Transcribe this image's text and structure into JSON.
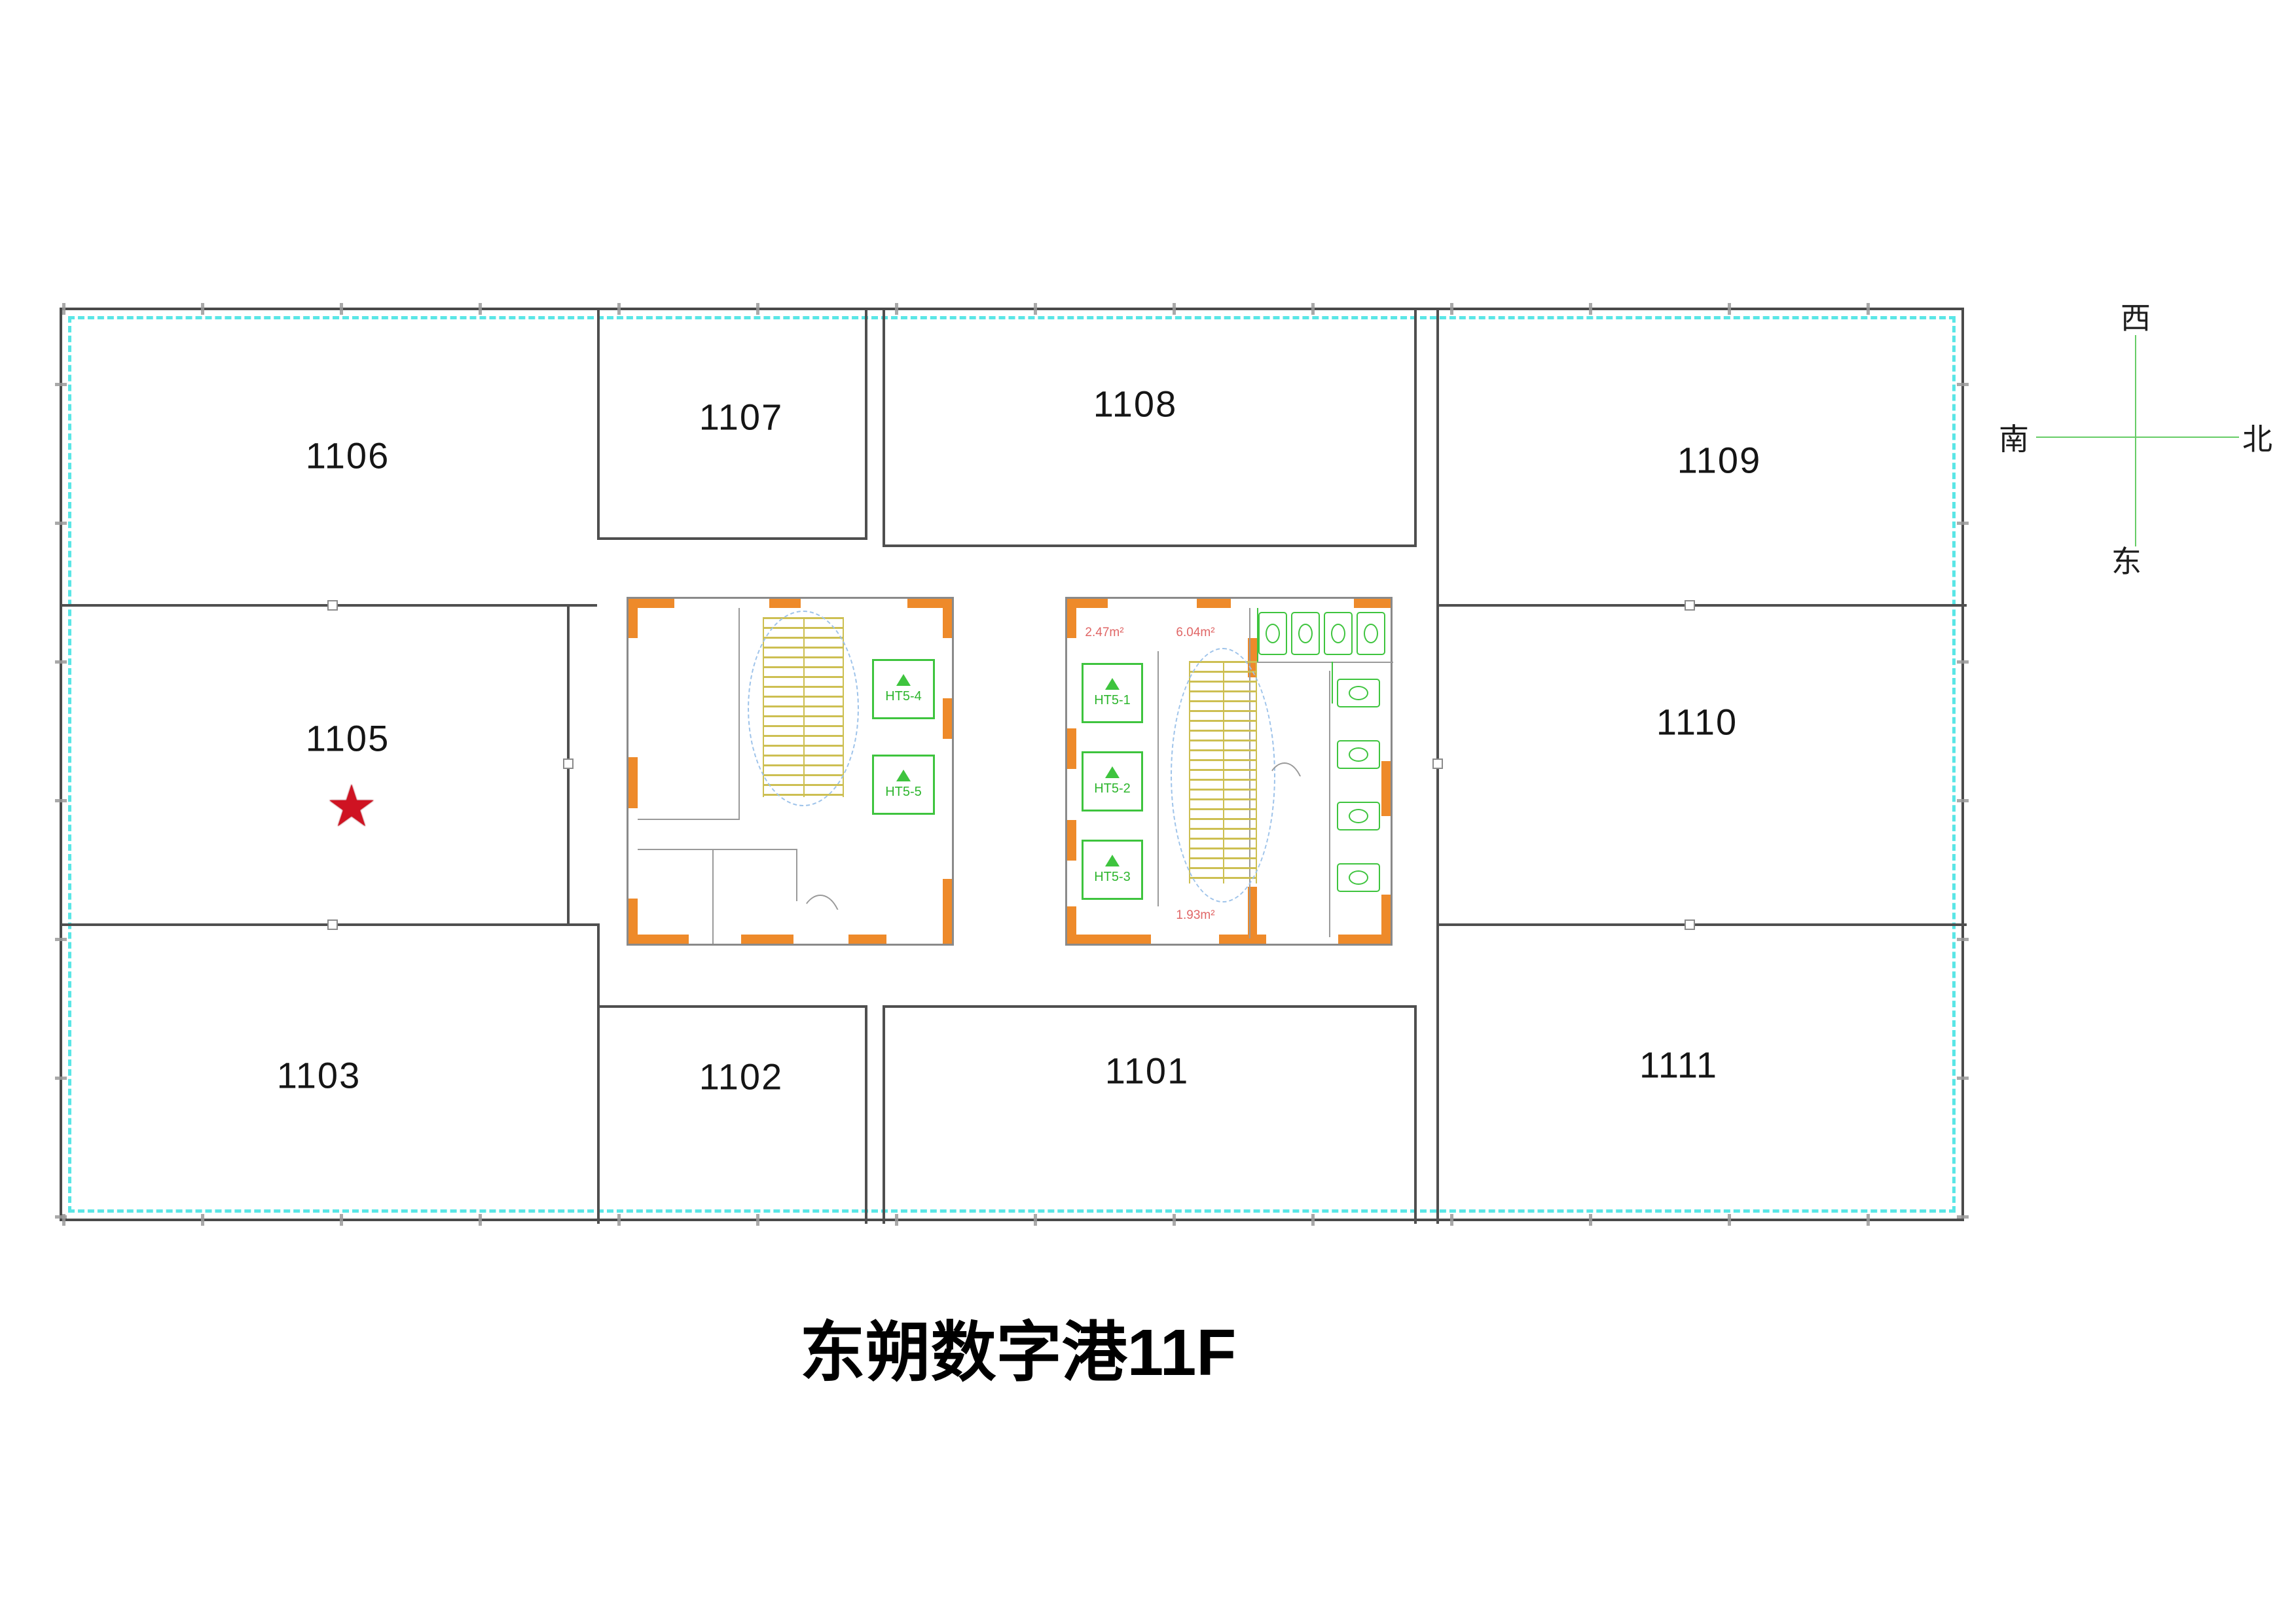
{
  "title": "东朔数字港11F",
  "compass": {
    "top": "西",
    "right": "北",
    "left": "南",
    "bottom": "东"
  },
  "rooms": [
    {
      "id": "1106",
      "label": "1106"
    },
    {
      "id": "1107",
      "label": "1107"
    },
    {
      "id": "1108",
      "label": "1108"
    },
    {
      "id": "1109",
      "label": "1109"
    },
    {
      "id": "1105",
      "label": "1105"
    },
    {
      "id": "1110",
      "label": "1110"
    },
    {
      "id": "1103",
      "label": "1103"
    },
    {
      "id": "1102",
      "label": "1102"
    },
    {
      "id": "1101",
      "label": "1101"
    },
    {
      "id": "1111",
      "label": "1111"
    }
  ],
  "marker": {
    "room": "1105",
    "symbol": "★"
  },
  "core_left": {
    "elevators": [
      {
        "label": "HT5-4"
      },
      {
        "label": "HT5-5"
      }
    ]
  },
  "core_right": {
    "elevators": [
      {
        "label": "HT5-1"
      },
      {
        "label": "HT5-2"
      },
      {
        "label": "HT5-3"
      }
    ],
    "areas": [
      {
        "label": "2.47m²"
      },
      {
        "label": "6.04m²"
      },
      {
        "label": "1.93m²"
      }
    ]
  },
  "colors": {
    "boundary_cyan": "#5ae6e6",
    "wall_gray": "#4f4f4f",
    "fire_wall_orange": "#ee8a2a",
    "fixture_green": "#3ec43e",
    "stair_yellow": "#cdbf52",
    "marker_red": "#cf1322",
    "area_label_red": "#e06666",
    "compass_green": "#66cc66"
  }
}
